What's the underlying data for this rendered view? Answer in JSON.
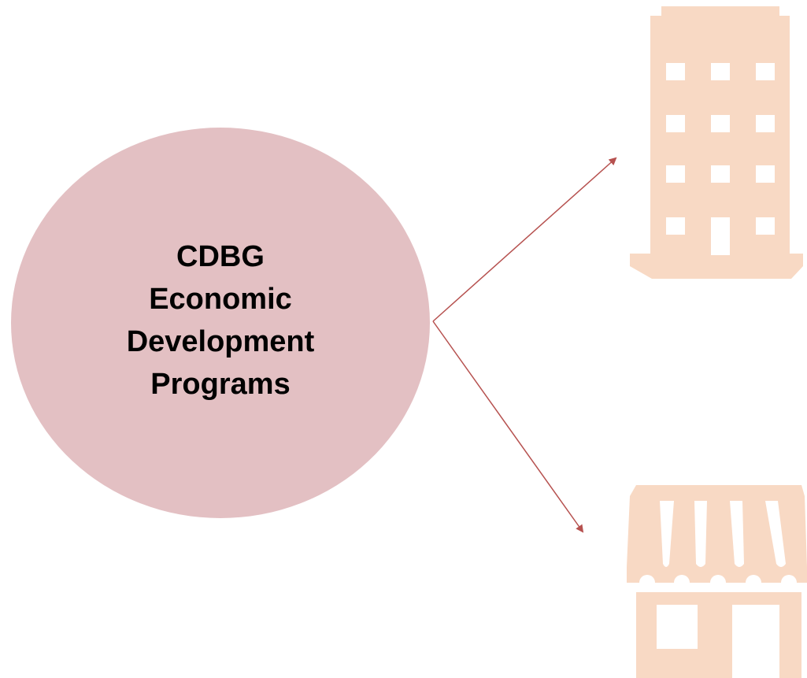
{
  "hub": {
    "lines": [
      "CDBG",
      "Economic",
      "Development",
      "Programs"
    ],
    "fill": "#e3c0c3"
  },
  "arrows": {
    "color": "#b6514f",
    "targets": [
      "office-building-icon",
      "storefront-icon"
    ]
  },
  "icons": {
    "color": "#f8d9c4",
    "items": [
      "office-building-icon",
      "storefront-icon"
    ]
  }
}
